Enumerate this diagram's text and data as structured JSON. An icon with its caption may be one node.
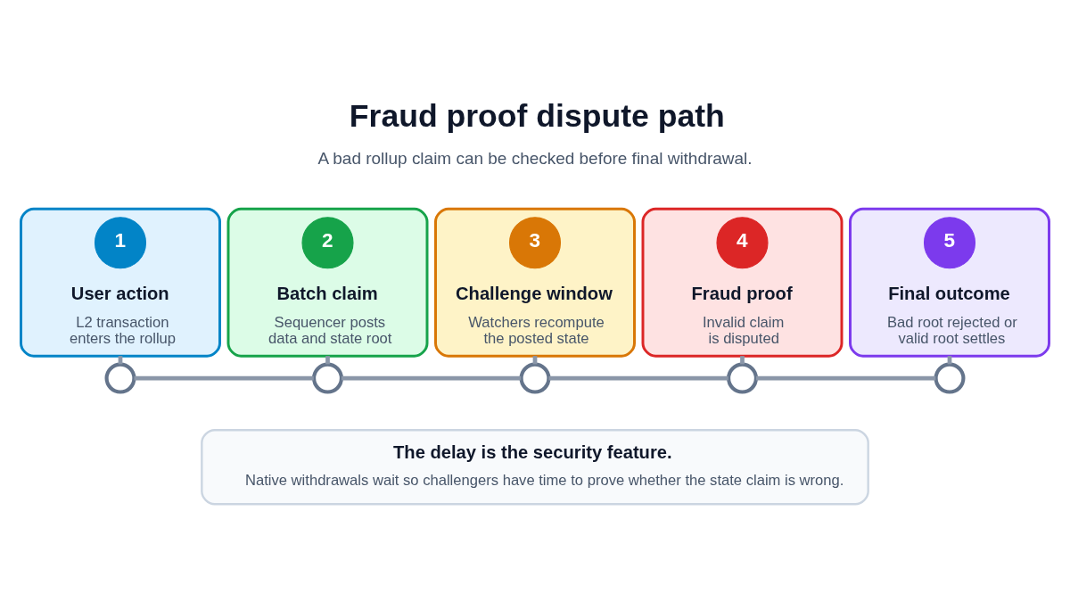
{
  "diagram": {
    "title": "Fraud proof dispute path",
    "nodes": [
      {
        "text": [
          "User action",
          "L2 transaction enters the rollup"
        ]
      },
      {
        "text": [
          "1"
        ],
        "in": 0
      },
      {
        "text": [
          "Batch claim",
          "Sequencer posts data and state root"
        ]
      },
      {
        "text": [
          "2"
        ],
        "in": 2
      },
      {
        "text": [
          "Challenge window",
          "Watchers recompute the posted state"
        ]
      },
      {
        "text": [
          "3"
        ],
        "in": 4
      },
      {
        "text": [
          "Fraud proof",
          "Invalid claim is disputed"
        ]
      },
      {
        "text": [
          "4"
        ],
        "in": 6
      },
      {
        "text": [
          "Final outcome",
          "Bad root rejected or valid root settles"
        ]
      },
      {
        "text": [
          "5"
        ],
        "in": 8
      },
      {
        "text": [],
        "shape": "circle"
      },
      {
        "text": [],
        "shape": "circle"
      },
      {
        "text": [],
        "shape": "circle"
      },
      {
        "text": [],
        "shape": "circle"
      },
      {
        "text": [],
        "shape": "circle"
      },
      {
        "text": [
          "The delay is the security feature.",
          "Native withdrawals wait so challengers have time to prove whether the state claim is wrong."
        ]
      }
    ],
    "edges": [
      {
        "from": 0,
        "to": 10,
        "arrow": "none"
      },
      {
        "from": 2,
        "to": 11,
        "arrow": "none"
      },
      {
        "from": 4,
        "to": 12,
        "arrow": "none"
      },
      {
        "from": 6,
        "to": 13,
        "arrow": "none"
      },
      {
        "from": 8,
        "to": 14,
        "arrow": "none"
      },
      {
        "from": 10,
        "to": 11,
        "arrow": "none"
      },
      {
        "from": 11,
        "to": 12,
        "arrow": "none"
      },
      {
        "from": 12,
        "to": 13,
        "arrow": "none"
      },
      {
        "from": 13,
        "to": 14,
        "arrow": "none"
      }
    ],
    "labels": [
      "A bad rollup claim can be checked before final withdrawal."
    ]
  }
}
